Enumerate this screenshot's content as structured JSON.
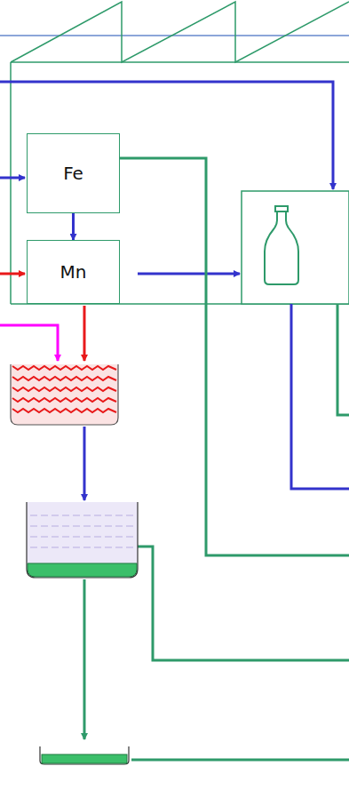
{
  "diagram": {
    "nodes": [
      {
        "text": [
          "Fe"
        ]
      },
      {
        "text": [
          "Mn"
        ]
      }
    ],
    "edges": [
      {
        "from": 0,
        "to": 1,
        "arrow": "to"
      }
    ]
  }
}
